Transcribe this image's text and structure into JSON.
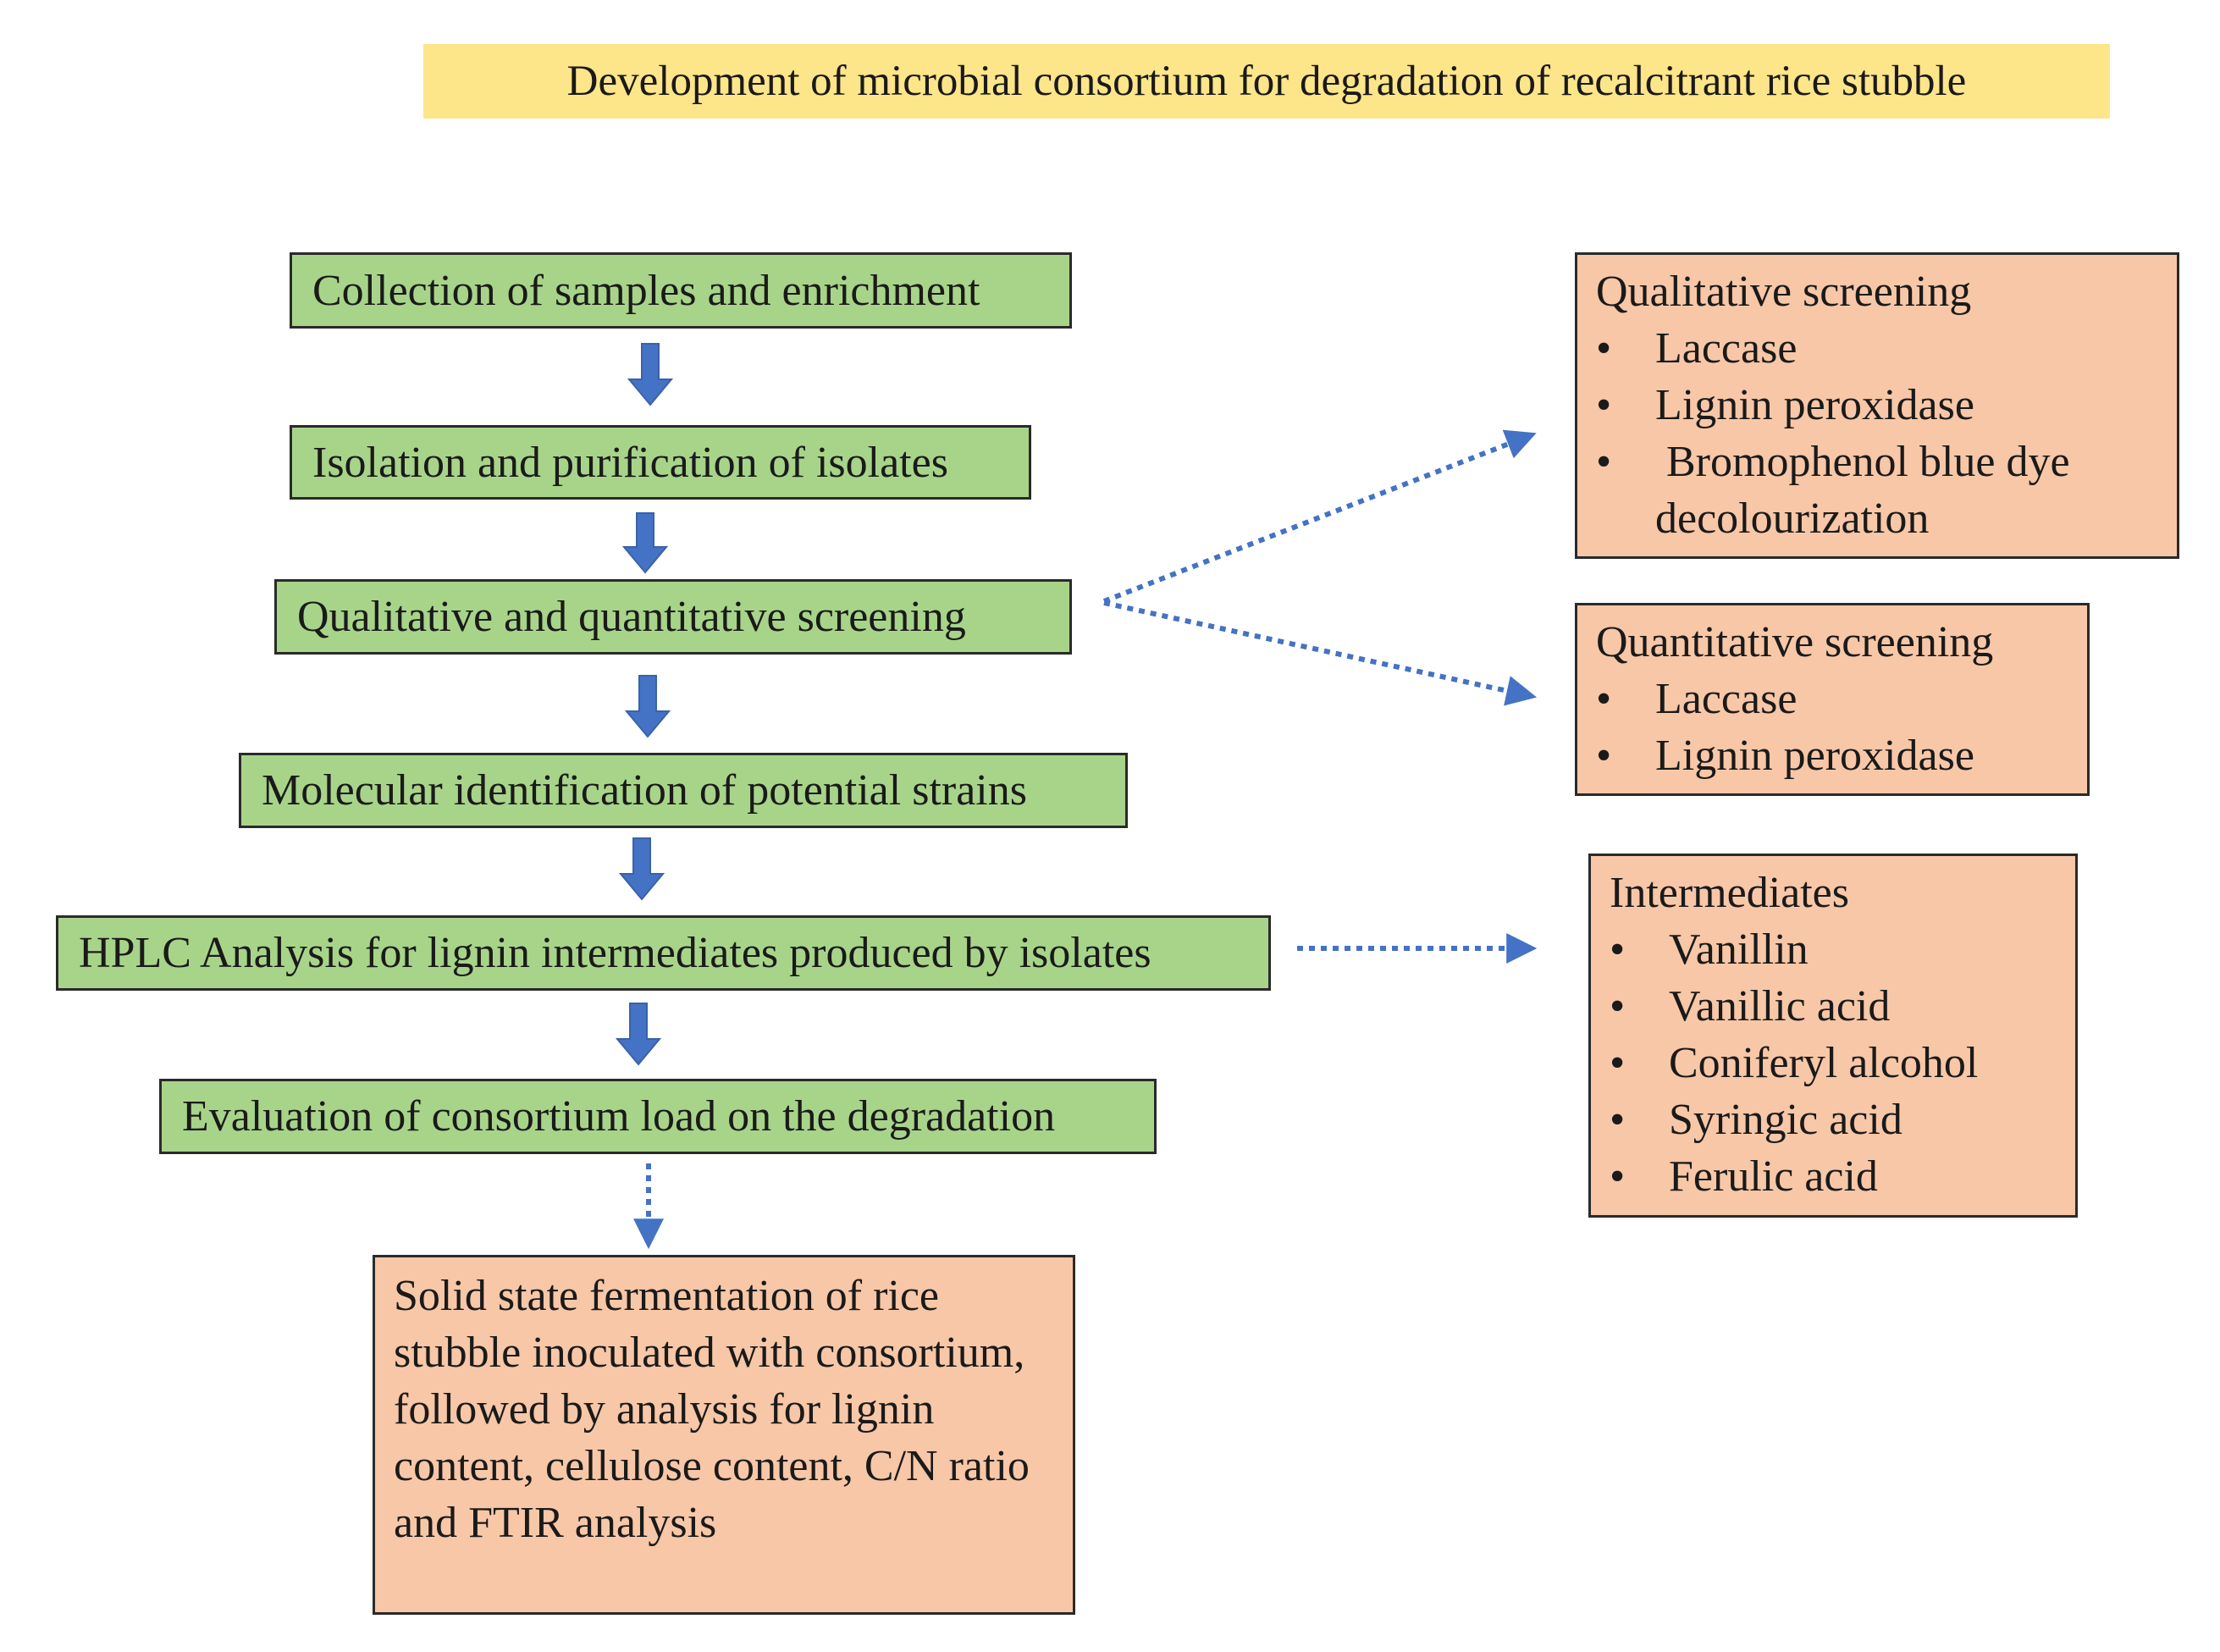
{
  "title": "Development of microbial consortium for degradation of recalcitrant rice stubble",
  "colors": {
    "step_fill": "#a8d48a",
    "side_fill": "#f7c7a7",
    "title_fill": "#fde58a",
    "arrow": "#4472c4"
  },
  "steps": [
    "Collection of samples and enrichment",
    "Isolation and purification of isolates",
    "Qualitative and quantitative screening",
    "Molecular identification of potential strains",
    "HPLC Analysis  for lignin intermediates produced by isolates",
    "Evaluation of  consortium load on the degradation"
  ],
  "final_box": "Solid state fermentation of rice stubble inoculated with consortium, followed by analysis for lignin content, cellulose content, C/N ratio and FTIR analysis",
  "qualitative": {
    "heading": "Qualitative screening",
    "items": [
      "Laccase",
      "Lignin peroxidase",
      " Bromophenol blue dye decolourization"
    ]
  },
  "quantitative": {
    "heading": "Quantitative screening",
    "items": [
      "Laccase",
      "Lignin peroxidase"
    ]
  },
  "intermediates": {
    "heading": "Intermediates",
    "items": [
      "Vanillin",
      "Vanillic acid",
      "Coniferyl alcohol",
      "Syringic acid",
      "Ferulic acid"
    ]
  },
  "bullet_glyph": "•"
}
